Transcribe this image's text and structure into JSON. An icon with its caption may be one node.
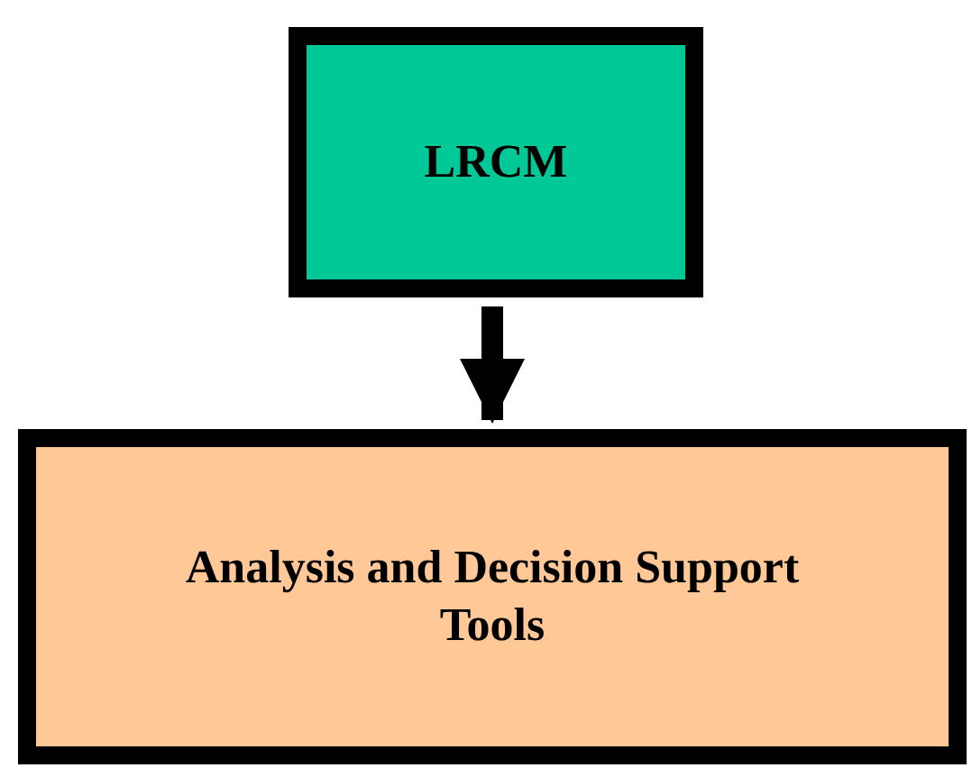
{
  "diagram": {
    "nodes": [
      {
        "text": [
          "LRCM"
        ]
      },
      {
        "text": [
          "Analysis and Decision Support Tools"
        ]
      }
    ],
    "edges": [
      {
        "from": 0,
        "to": 1,
        "arrow": "to"
      }
    ]
  }
}
